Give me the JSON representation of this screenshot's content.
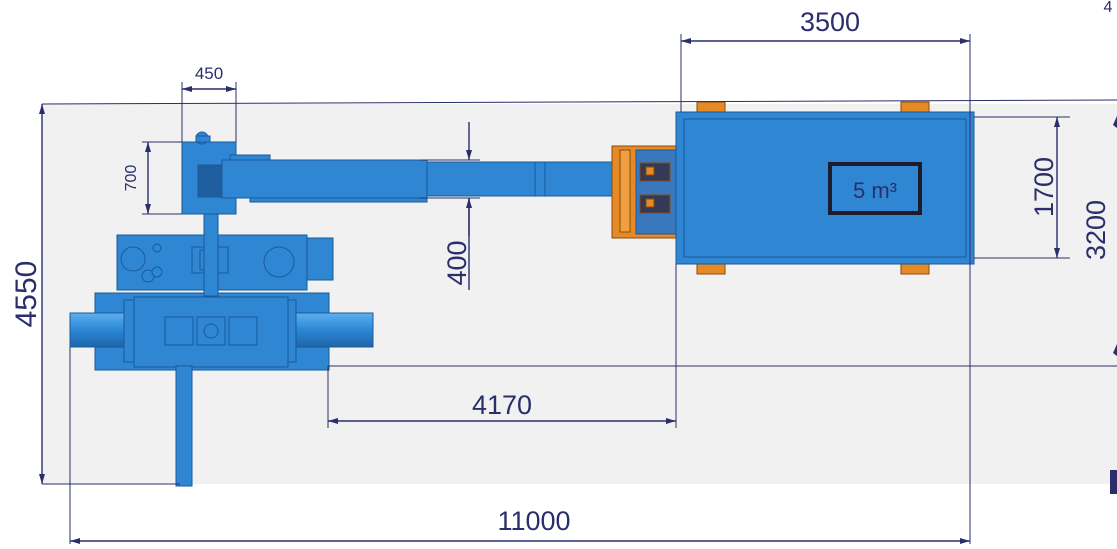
{
  "drawing": {
    "dimensions": {
      "top_width": "3500",
      "arm_width": "450",
      "arm_height": "700",
      "overall_height": "4550",
      "boom_thickness": "400",
      "offset": "4170",
      "overall_length": "11000",
      "tank_inner": "1700",
      "tank_outer": "3200",
      "corner_cut": "4"
    },
    "tank_label": "5 m³"
  },
  "colors": {
    "machine_blue": "#2f87d3",
    "machine_dark": "#1a5a9a",
    "orange": "#e58a24",
    "dimension_line": "#2a2f6b",
    "background_panel": "#f1f1f1"
  }
}
